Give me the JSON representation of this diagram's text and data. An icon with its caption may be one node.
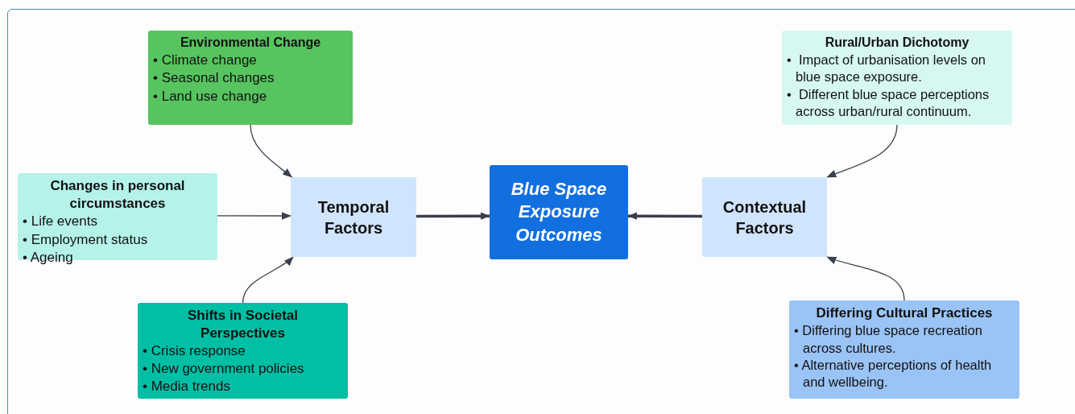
{
  "diagram": {
    "nodes": [
      {
        "text": [
          "Environmental Change",
          "• Climate change",
          "• Seasonal changes",
          "• Land use change"
        ]
      },
      {
        "text": [
          "Changes in personal circumstances",
          "• Life events",
          "• Employment status",
          "• Ageing"
        ]
      },
      {
        "text": [
          "Temporal Factors"
        ]
      },
      {
        "text": [
          "Blue Space Exposure Outcomes"
        ]
      },
      {
        "text": [
          "Contextual Factors"
        ]
      },
      {
        "text": [
          "Rural/Urban Dichotomy",
          "•  Impact of urbanisation levels on blue space exposure.",
          "•  Different blue space perceptions across urban/rural continuum."
        ]
      },
      {
        "text": [
          "Shifts in Societal Perspectives",
          "• Crisis response",
          "• New government policies",
          "• Media trends"
        ]
      },
      {
        "text": [
          "Differing Cultural Practices",
          "• Differing blue space recreation across cultures.",
          "• Alternative perceptions of health and wellbeing."
        ]
      }
    ],
    "edges": [
      {
        "from": 0,
        "to": 2,
        "arrow": "to"
      },
      {
        "from": 1,
        "to": 2,
        "arrow": "to"
      },
      {
        "from": 6,
        "to": 2,
        "arrow": "to"
      },
      {
        "from": 2,
        "to": 3,
        "arrow": "to",
        "style": "thick"
      },
      {
        "from": 4,
        "to": 3,
        "arrow": "to",
        "style": "thick"
      },
      {
        "from": 5,
        "to": 4,
        "arrow": "to"
      },
      {
        "from": 7,
        "to": 4,
        "arrow": "to"
      }
    ]
  }
}
